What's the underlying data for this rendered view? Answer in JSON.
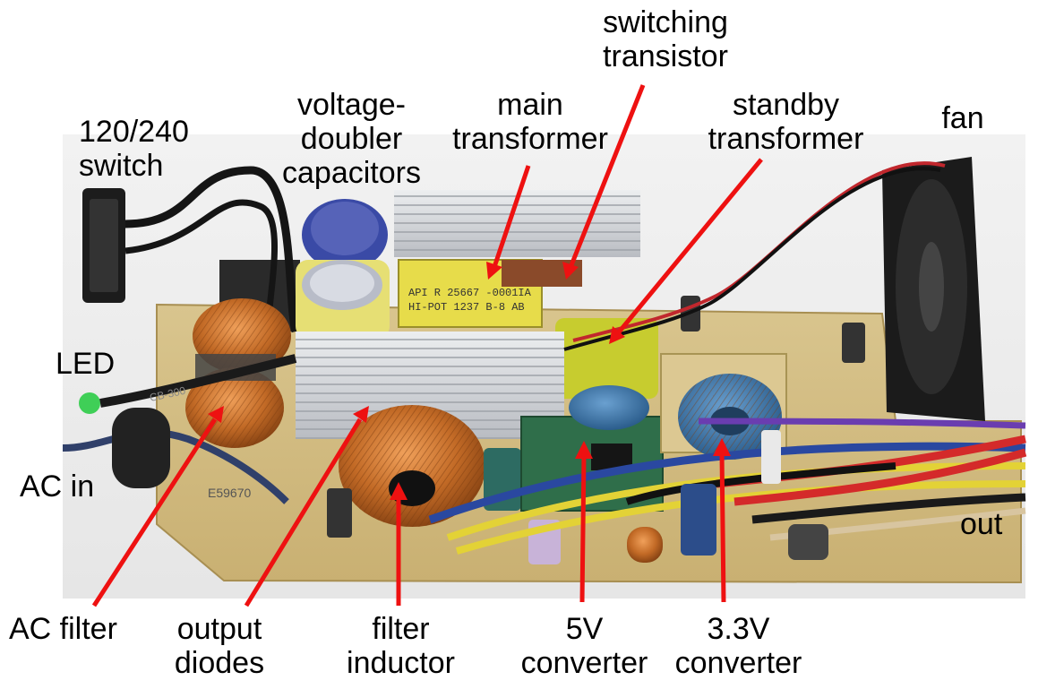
{
  "labels": {
    "switch_120_240": "120/240\nswitch",
    "voltage_doubler_capacitors": "voltage-\ndoubler\ncapacitors",
    "main_transformer": "main\ntransformer",
    "switching_transistor": "switching\ntransistor",
    "standby_transformer": "standby\ntransformer",
    "fan": "fan",
    "led": "LED",
    "ac_in": "AC in",
    "out": "out",
    "ac_filter": "AC filter",
    "output_diodes": "output\ndiodes",
    "filter_inductor": "filter\ninductor",
    "converter_5v": "5V\nconverter",
    "converter_3_3v": "3.3V\nconverter"
  },
  "photo_markings": {
    "transformer_line1": "API R 25667 -0001IA",
    "transformer_line2": "HI-POT 1237 B-8 AB",
    "cable_marking": "CB-300",
    "board_code": "E59670"
  },
  "colors": {
    "arrow": "#ee1111",
    "board": "#d9c48a",
    "heatsink": "#d4d6da",
    "copper": "#c8702a"
  }
}
